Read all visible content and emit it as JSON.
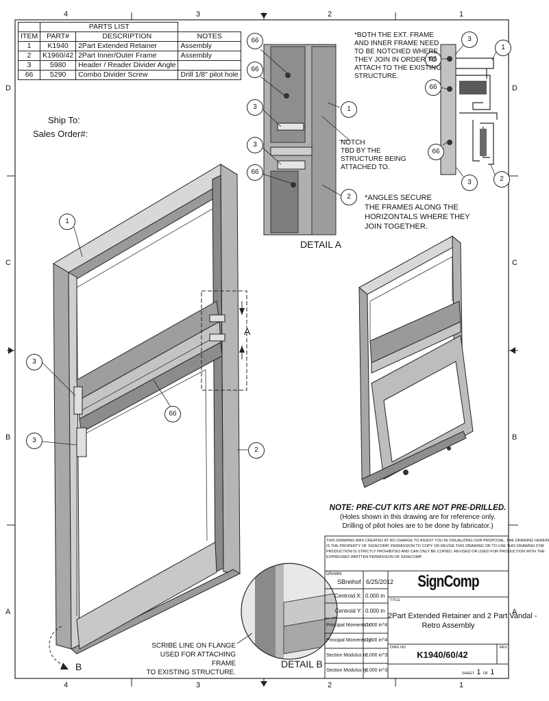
{
  "zones": {
    "top": [
      "4",
      "3",
      "2",
      "1"
    ],
    "bottom": [
      "4",
      "3",
      "2",
      "1"
    ],
    "left": [
      "D",
      "C",
      "B",
      "A"
    ],
    "right": [
      "D",
      "C",
      "B",
      "A"
    ]
  },
  "parts_list": {
    "title": "PARTS LIST",
    "headers": [
      "ITEM",
      "PART#",
      "DESCRIPTION",
      "NOTES"
    ],
    "rows": [
      [
        "1",
        "K1940",
        "2Part Extended Retainer",
        "Assembly"
      ],
      [
        "2",
        "K1960/42",
        "2Part Inner/Outer Frame",
        "Assembly"
      ],
      [
        "3",
        "5980",
        "Header / Reader Divider Angle",
        ""
      ],
      [
        "66",
        "5290",
        "Combo Divider Screw",
        "Drill 1/8\" pilot hole"
      ]
    ]
  },
  "ship": {
    "ship_to": "Ship To:",
    "sales_order": "Sales Order#:"
  },
  "notes": {
    "frames_notch": [
      "*BOTH THE EXT. FRAME",
      "AND INNER FRAME NEED",
      "TO BE NOTCHED WHERE",
      "THEY JOIN IN ORDER TO",
      "ATTACH TO THE EXISTING",
      "STRUCTURE."
    ],
    "notch": [
      "NOTCH",
      "TBD BY THE",
      "STRUCTURE BEING",
      "ATTACHED TO."
    ],
    "angles": [
      "*ANGLES SECURE",
      "THE FRAMES ALONG THE",
      "HORIZONTALS WHERE THEY",
      "JOIN TOGETHER."
    ],
    "precut_title": "NOTE: PRE-CUT KITS ARE NOT PRE-DRILLED.",
    "precut_body": [
      "(Holes shown in this drawing are for reference only.",
      "Drilling of pilot holes are to be done by fabricator.)"
    ],
    "scribe": [
      "SCRIBE LINE ON FLANGE",
      "USED FOR ATTACHING FRAME",
      "TO EXISTING STRUCTURE."
    ]
  },
  "labels": {
    "detail_a": "DETAIL  A",
    "detail_b": "DETAIL  B",
    "section_a": "A",
    "section_b": "B"
  },
  "callouts": {
    "c66a": "66",
    "c66b": "66",
    "c3a": "3",
    "c3b": "3",
    "c66c": "66",
    "c1a": "1",
    "c2a": "2",
    "c3c": "3",
    "c1b": "1",
    "c66d": "66",
    "c66e": "66",
    "c66f": "66",
    "c3d": "3",
    "c2b": "2",
    "c1c": "1",
    "c3e": "3",
    "c3f": "3",
    "c66g": "66",
    "c2c": "2"
  },
  "title_block": {
    "disclaimer": [
      "THIS DRAWING WAS CREATED AT NO CHARGE TO ASSIST YOU IN VISUALIZING OUR PROPOSAL.  THE DRAWING HEREIN",
      "IS THE PROPERTY OF SIGNCOMP.  PERMISSION TO COPY OR REVISE THIS DRAWING OR TO USE THIS DRAWING FOR",
      "PRODUCTION IS STRICTLY PROHIBITED AND CAN ONLY BE COPIED, REVISED OR USED FOR PRODUCTION WITH THE",
      "EXPRESSED WRITTEN PERMISSION OF SIGNCOMP."
    ],
    "drawn_label": "DRAWN",
    "drawn_by": "SBreihof",
    "date": "6/25/2012",
    "props": [
      [
        "Centroid X:",
        "0.000 in"
      ],
      [
        "Centroid Y:",
        "0.000 in"
      ],
      [
        "Principal Moments Ix:",
        "0.000 in^4"
      ],
      [
        "Principal Moments Iy:",
        "0.000 in^4"
      ],
      [
        "Section Modulus Ix:",
        "0.000 in^3"
      ],
      [
        "Section Modulus Iy:",
        "0.000 in^3"
      ]
    ],
    "company": "SignComp",
    "title_label": "TITLE",
    "title": [
      "2Part  Extended Retainer and 2 Part Vandal -",
      "Retro Assembly"
    ],
    "dwg_label": "DWG NO",
    "dwg_no": "K1940/60/42",
    "rev_label": "REV",
    "sheet_label": "SHEET",
    "sheet": "1",
    "of_label": "OF",
    "of": "1"
  }
}
